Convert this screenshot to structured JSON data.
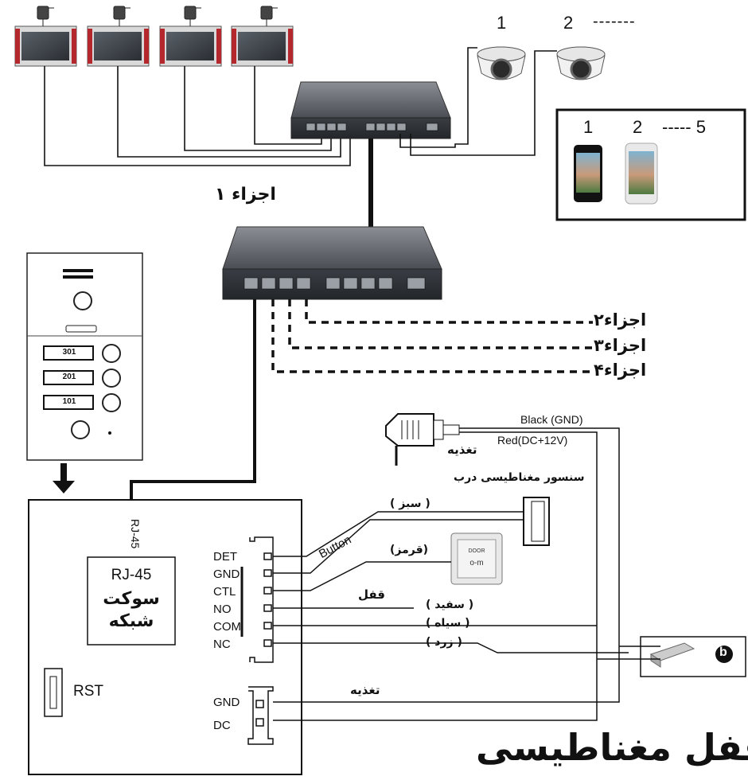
{
  "top_diagram": {
    "camera_labels": [
      "1",
      "2",
      "-------"
    ],
    "phone_labels": [
      "1",
      "2",
      "----- 5"
    ],
    "part1": "اجزاء ۱",
    "parts": [
      "اجزاء۲",
      "اجزاء۳",
      "اجزاء۴"
    ]
  },
  "door_station": {
    "buttons": [
      "301",
      "201",
      "101"
    ]
  },
  "controller": {
    "rj45_arrow": "RJ-45",
    "socket_title": "RJ-45",
    "socket_line1": "سوکت",
    "socket_line2": "شبکه",
    "rst": "RST",
    "pins_top": [
      "DET",
      "GND",
      "CTL",
      "NO",
      "COM",
      "NC"
    ],
    "pins_bottom": [
      "GND",
      "DC"
    ]
  },
  "wiring": {
    "black_gnd": "Black (GND)",
    "red_dc": "Red(DC+12V)",
    "power_supply": "تغذیه",
    "door_sensor": "سنسور مغناطیسی درب",
    "green": "(  سبز  )",
    "red": "(قرمز)",
    "button": "Button",
    "lock": "قفل",
    "white": "(  سفید  )",
    "black": "(  سیاه  )",
    "yellow": "(       زرد   )",
    "power_arrow": "تغذیه",
    "b_badge": "b"
  },
  "footer": {
    "title": "قفل مغناطیسی"
  }
}
